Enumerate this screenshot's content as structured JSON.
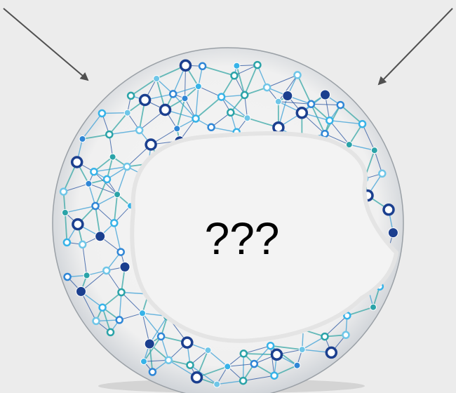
{
  "diagram": {
    "center_label": "???",
    "arrows": [
      {
        "direction": "down-right",
        "color": "#505050"
      },
      {
        "direction": "down-left",
        "color": "#505050"
      }
    ],
    "sphere": {
      "style": "network-mesh-globe",
      "background_color": "#f4f4f4",
      "rim_color": "#9aa0a6",
      "node_colors": [
        "#1b3f8f",
        "#2f86d6",
        "#37b3e8",
        "#2aa3a8",
        "#6fc6e8"
      ],
      "line_colors": [
        "#1f4c9c",
        "#3a9fd6",
        "#35a7a6"
      ]
    }
  }
}
